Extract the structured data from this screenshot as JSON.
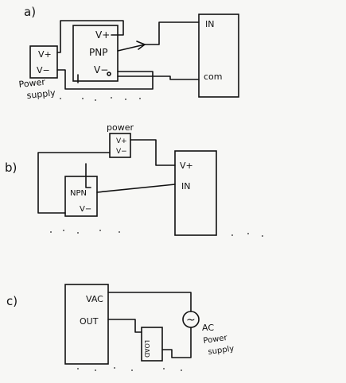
{
  "panels": [
    {
      "label": "a)",
      "power_supply": {
        "vplus": "V+",
        "vminus": "V−",
        "caption_line1": "Power",
        "caption_line2": "supply"
      },
      "sensor": {
        "vplus": "V+",
        "type": "PNP",
        "vminus": "V−"
      },
      "device": {
        "in": "IN",
        "com": "com"
      }
    },
    {
      "label": "b)",
      "power_supply": {
        "caption": "power",
        "vplus": "V+",
        "vminus": "V−"
      },
      "sensor": {
        "type": "NPN",
        "vminus": "V−"
      },
      "device": {
        "vplus": "V+",
        "in": "IN"
      }
    },
    {
      "label": "c)",
      "sensor": {
        "vac": "VAC",
        "out": "OUT"
      },
      "load": {
        "text": "LOAD"
      },
      "ac_supply": {
        "symbol": "~",
        "line1": "AC",
        "line2": "Power",
        "line3": "supply"
      }
    }
  ]
}
